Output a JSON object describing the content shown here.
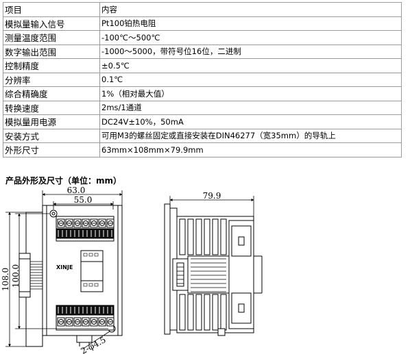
{
  "spec_table": {
    "rows": [
      {
        "label": "项目",
        "value": "内容"
      },
      {
        "label": "模拟量输入信号",
        "value": "Pt100铂热电阻"
      },
      {
        "label": "测量温度范围",
        "value": "-100℃～500℃"
      },
      {
        "label": "数字输出范围",
        "value": "-1000～5000，带符号位16位，二进制"
      },
      {
        "label": "控制精度",
        "value": "±0.5℃"
      },
      {
        "label": "分辨率",
        "value": "0.1℃"
      },
      {
        "label": "综合精确度",
        "value": "1%（相对最大值）"
      },
      {
        "label": "转换速度",
        "value": "2ms/1通道"
      },
      {
        "label": "模拟量用电源",
        "value": "DC24V±10%，50mA"
      },
      {
        "label": "安装方式",
        "value": "可用M3的螺丝固定或直接安装在DIN46277（宽35mm）的导轨上"
      },
      {
        "label": "外形尺寸",
        "value": "63mm×108mm×79.9mm"
      }
    ]
  },
  "section_title": "产品外形及尺寸（单位：mm）",
  "drawing": {
    "front_view": {
      "dim_width_outer": "63.0",
      "dim_width_inner": "55.0",
      "dim_height_outer": "108.0",
      "dim_height_inner": "100.0",
      "dim_hole": "2-φ4.5",
      "brand_label": "XINJE"
    },
    "side_view": {
      "dim_depth": "79.9"
    }
  }
}
